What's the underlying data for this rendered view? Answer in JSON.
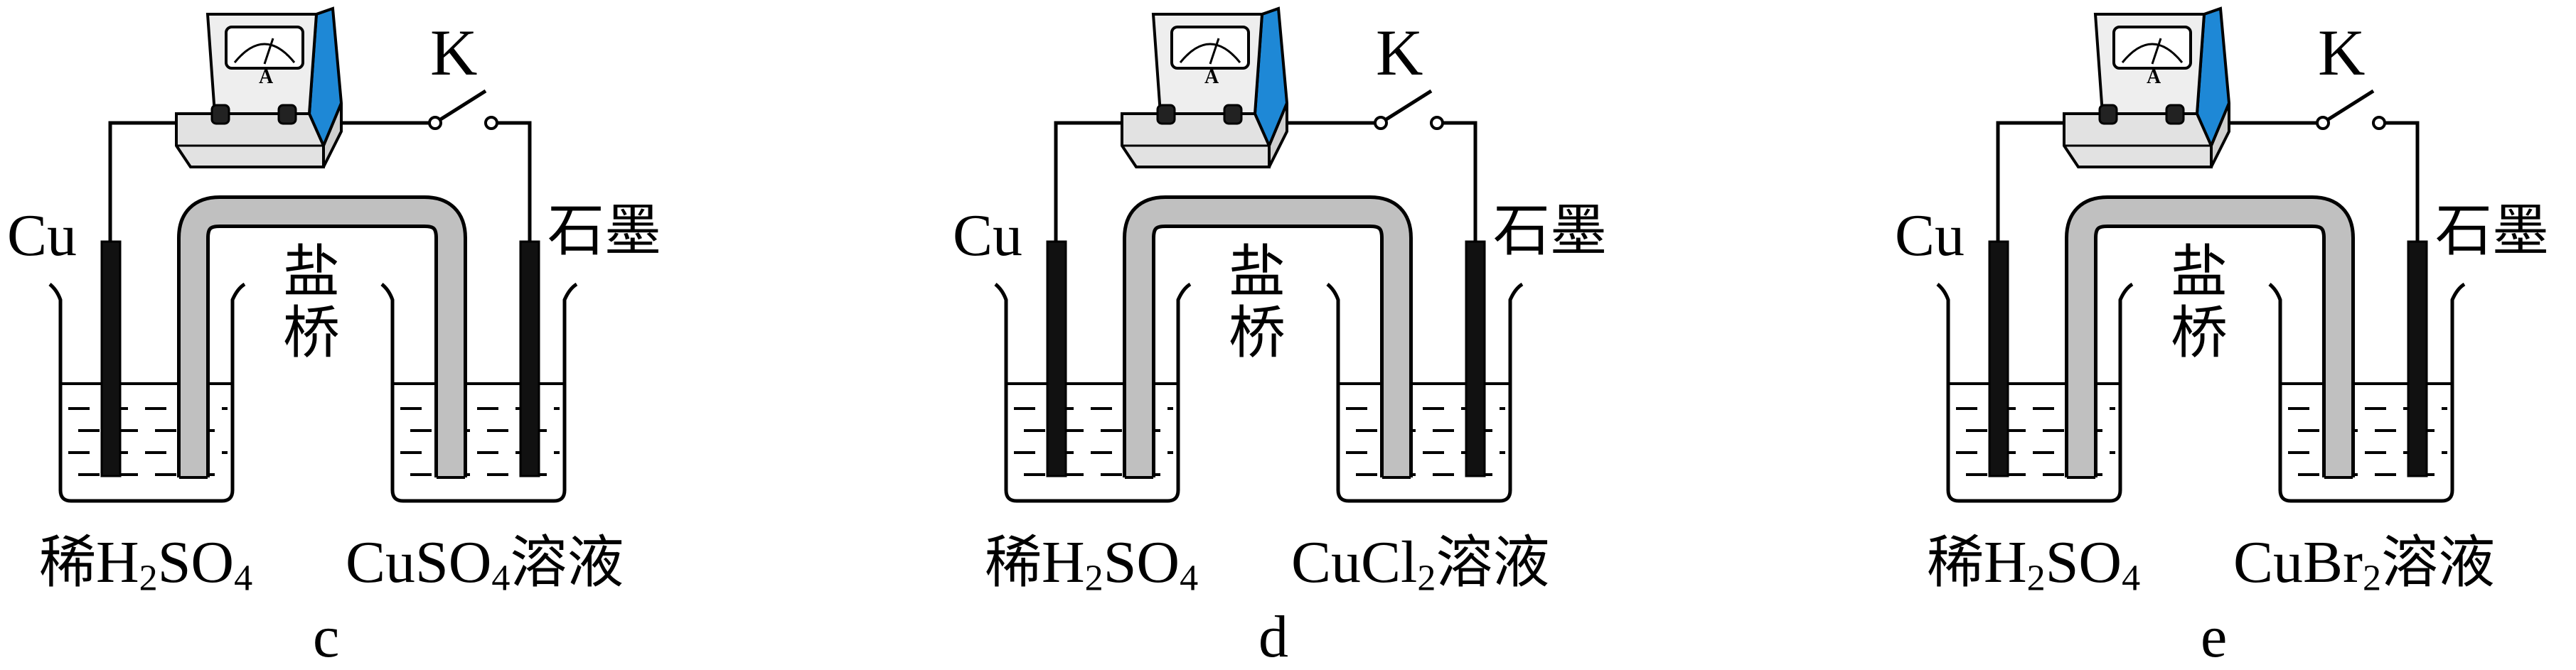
{
  "panels": [
    {
      "letter": "c",
      "left_electrode": "Cu",
      "right_electrode": "石墨",
      "switch_label": "K",
      "meter_label": "A",
      "salt_bridge": [
        "盐",
        "桥"
      ],
      "left_solution": {
        "prefix": "稀",
        "formula": [
          [
            "H",
            ""
          ],
          [
            "2",
            "sub"
          ],
          [
            "SO",
            ""
          ],
          [
            "4",
            "sub"
          ]
        ],
        "suffix": ""
      },
      "right_solution": {
        "prefix": "",
        "formula": [
          [
            "CuSO",
            ""
          ],
          [
            "4",
            "sub"
          ]
        ],
        "suffix": "溶液"
      }
    },
    {
      "letter": "d",
      "left_electrode": "Cu",
      "right_electrode": "石墨",
      "switch_label": "K",
      "meter_label": "A",
      "salt_bridge": [
        "盐",
        "桥"
      ],
      "left_solution": {
        "prefix": "稀",
        "formula": [
          [
            "H",
            ""
          ],
          [
            "2",
            "sub"
          ],
          [
            "SO",
            ""
          ],
          [
            "4",
            "sub"
          ]
        ],
        "suffix": ""
      },
      "right_solution": {
        "prefix": "",
        "formula": [
          [
            "CuCl",
            ""
          ],
          [
            "2",
            "sub"
          ]
        ],
        "suffix": "溶液"
      }
    },
    {
      "letter": "e",
      "left_electrode": "Cu",
      "right_electrode": "石墨",
      "switch_label": "K",
      "meter_label": "A",
      "salt_bridge": [
        "盐",
        "桥"
      ],
      "left_solution": {
        "prefix": "稀",
        "formula": [
          [
            "H",
            ""
          ],
          [
            "2",
            "sub"
          ],
          [
            "SO",
            ""
          ],
          [
            "4",
            "sub"
          ]
        ],
        "suffix": ""
      },
      "right_solution": {
        "prefix": "",
        "formula": [
          [
            "CuBr",
            ""
          ],
          [
            "2",
            "sub"
          ]
        ],
        "suffix": "溶液"
      }
    }
  ],
  "colors": {
    "meter_side": "#1e88d6",
    "meter_body": "#e6e6e6",
    "bridge": "#c0c0c0",
    "electrode": "#111111"
  }
}
